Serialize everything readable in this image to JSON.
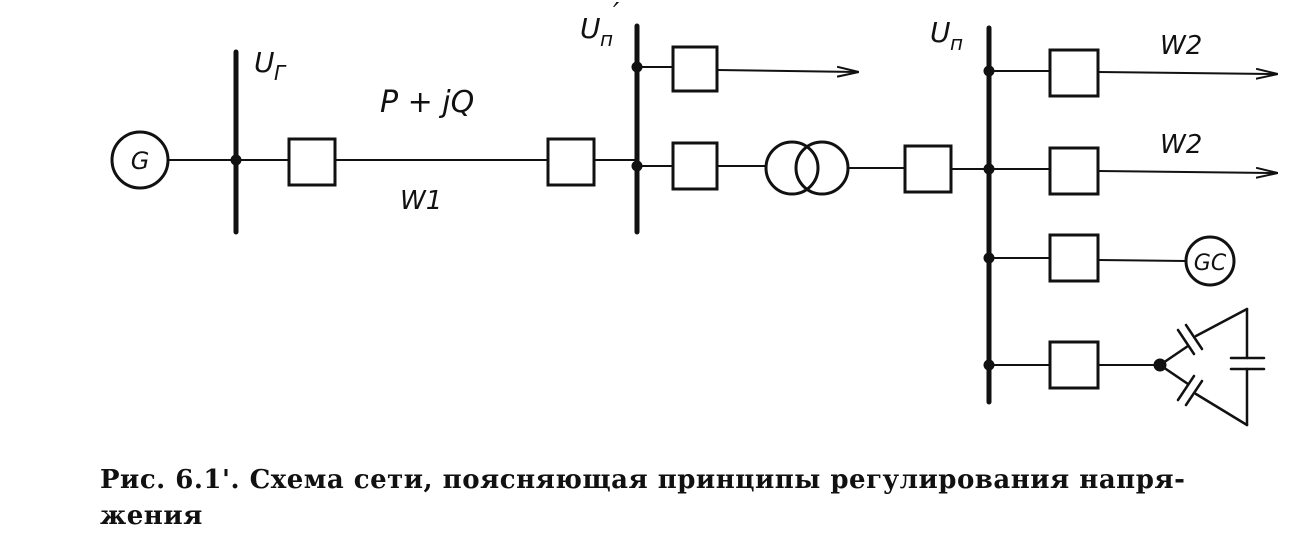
{
  "labels": {
    "generator": "G",
    "bus_generator": "U",
    "bus_generator_sub": "Г",
    "bus_mid": "U",
    "bus_mid_sub": "п",
    "bus_mid_prime": "′",
    "bus_load": "U",
    "bus_load_sub": "п",
    "power_flow": "P + jQ",
    "line_w1": "W1",
    "line_w2_top": "W2",
    "line_w2_bottom": "W2",
    "sync_compensator": "GC"
  },
  "caption": {
    "line1": "Рис. 6.1'. Схема сети, поясняющая принципы регулирования напря-",
    "line2": "жения"
  }
}
